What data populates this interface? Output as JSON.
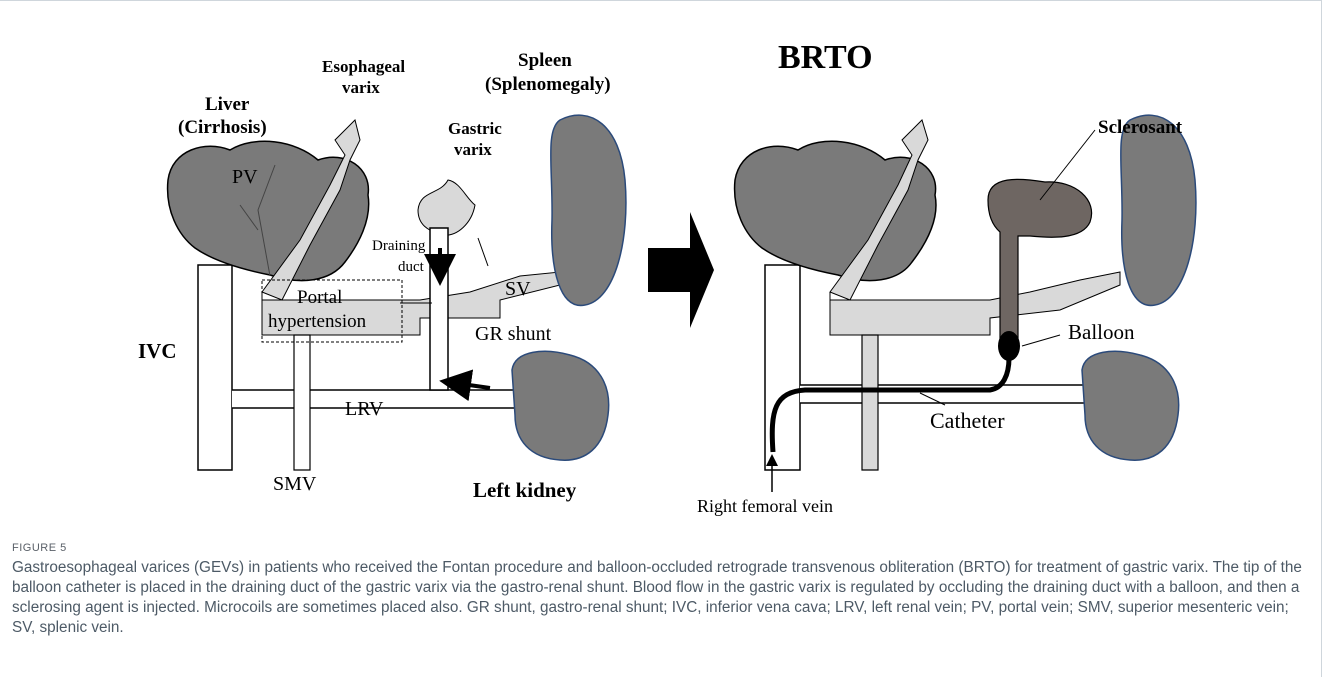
{
  "left_panel": {
    "liver": "Liver",
    "liver_sub": "(Cirrhosis)",
    "esophageal": "Esophageal",
    "esophageal_sub": "varix",
    "spleen": "Spleen",
    "spleen_sub": "(Splenomegaly)",
    "gastric": "Gastric",
    "gastric_sub": "varix",
    "pv": "PV",
    "draining": "Draining",
    "draining_sub": "duct",
    "portal": "Portal",
    "portal_sub": "hypertension",
    "sv": "SV",
    "gr_shunt": "GR shunt",
    "ivc": "IVC",
    "lrv": "LRV",
    "smv": "SMV",
    "left_kidney": "Left kidney"
  },
  "right_panel": {
    "title": "BRTO",
    "sclerosant": "Sclerosant",
    "balloon": "Balloon",
    "catheter": "Catheter",
    "right_femoral_vein": "Right femoral vein"
  },
  "caption": {
    "label": "FIGURE 5",
    "text": "Gastroesophageal varices (GEVs) in patients who received the Fontan procedure and balloon-occluded retrograde transvenous obliteration (BRTO) for treatment of gastric varix. The tip of the balloon catheter is placed in the draining duct of the gastric varix via the gastro-renal shunt. Blood flow in the gastric varix is regulated by occluding the draining duct with a balloon, and then a sclerosing agent is injected. Microcoils are sometimes placed also. GR shunt, gastro-renal shunt; IVC, inferior vena cava; LRV, left renal vein; PV, portal vein; SMV, superior mesenteric vein; SV, splenic vein."
  },
  "colors": {
    "organ": "#7a7a7a",
    "organ_outline": "#2b4a7a",
    "vein": "#d9d9d9",
    "sclerosant": "#6e6662",
    "caption_text": "#4d5a66"
  }
}
